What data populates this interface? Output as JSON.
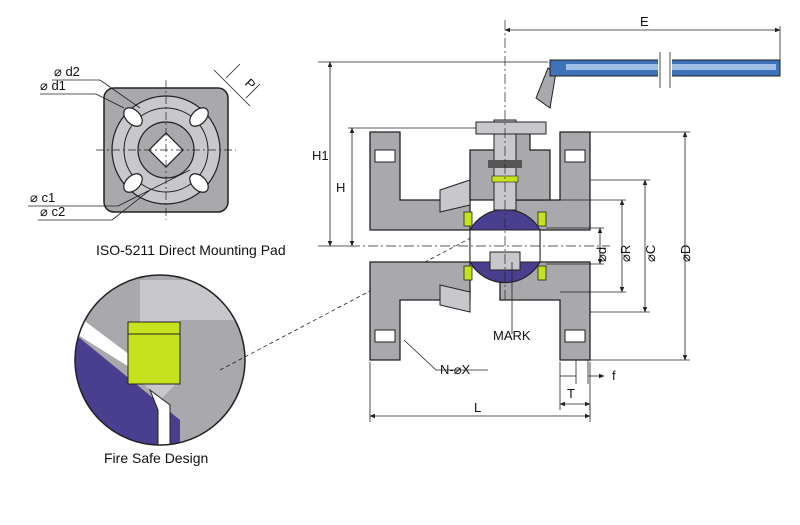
{
  "captions": {
    "mounting_pad": "ISO-5211 Direct Mounting Pad",
    "fire_safe": "Fire Safe Design"
  },
  "pad_labels": {
    "d2": "⌀ d2",
    "d1": "⌀ d1",
    "p": "P",
    "c1": "⌀ c1",
    "c2": "⌀ c2"
  },
  "dims": {
    "E": "E",
    "H1": "H1",
    "H": "H",
    "d": "⌀d",
    "R": "⌀R",
    "C": "⌀C",
    "D": "⌀D",
    "mark": "MARK",
    "nx": "N-⌀X",
    "f": "f",
    "T": "T",
    "L": "L"
  },
  "colors": {
    "body_grey": "#a9a9ad",
    "body_light": "#c8c8cc",
    "ball_purple": "#4a3f8f",
    "seal_green": "#c6e21f",
    "handle_blue": "#3f73b8",
    "line": "#222222"
  }
}
